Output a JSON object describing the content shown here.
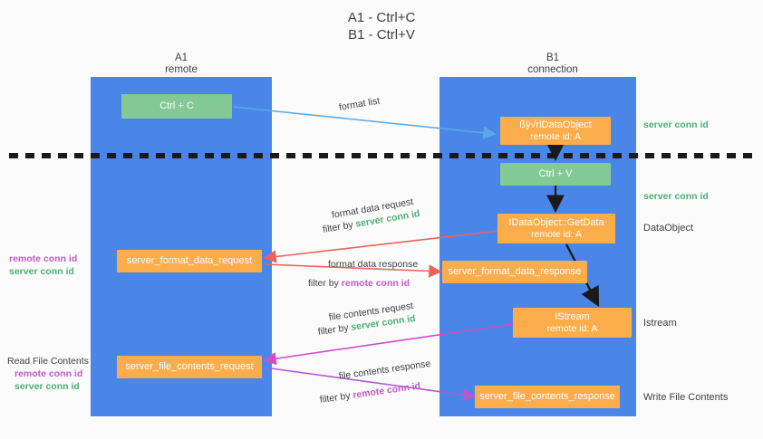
{
  "title": {
    "line1": "A1 - Ctrl+C",
    "line2": "B1 - Ctrl+V"
  },
  "lanes": [
    {
      "name": "A1",
      "sub": "remote"
    },
    {
      "name": "B1",
      "sub": "connection"
    }
  ],
  "nodes": {
    "ctrl_c": "Ctrl + C",
    "ctrl_v": "Ctrl + V",
    "data_object_top_l1": "ßÿ√rlDataObject",
    "data_object_top_l2": "remote id: A",
    "get_data_l1": "IDataObject::GetData",
    "get_data_l2": "remote id: A",
    "istream_l1": "IStream",
    "istream_l2": "remote id: A",
    "server_format_data_request": "server_format_data_request",
    "server_format_data_response": "server_format_data_response",
    "server_file_contents_request": "server_file_contents_request",
    "server_file_contents_response": "server_file_contents_response"
  },
  "edge_labels": {
    "format_list": "format list",
    "format_data_request": "format data request",
    "format_data_response": "format data response",
    "file_contents_request": "file contents request",
    "file_contents_response": "file contents response",
    "filter_by": "filter by ",
    "server_conn_id": "server conn id",
    "remote_conn_id": "remote conn id"
  },
  "right_labels": {
    "server_conn_id_top": "server conn id",
    "server_conn_id_mid": "server conn id",
    "data_object": "DataObject",
    "istream": "Istream",
    "write_file_contents": "Write File Contents"
  },
  "left_labels": {
    "remote_conn_id_1": "remote conn id",
    "server_conn_id_1": "server conn id",
    "read_file_contents": "Read File Contents",
    "remote_conn_id_2": "remote conn id",
    "server_conn_id_2": "server conn id"
  },
  "colors": {
    "lane": "#4a86e8",
    "green_box": "#82c995",
    "orange_box": "#fbad4b",
    "server_conn": "#4caf72",
    "remote_conn": "#c35ac4",
    "arrow_blue": "#5aa9e6",
    "arrow_red": "#e8645a",
    "arrow_pink": "#d44bc4",
    "arrow_purple": "#b05ad4",
    "arrow_dark": "#222222",
    "background": "#fbfbfb"
  }
}
